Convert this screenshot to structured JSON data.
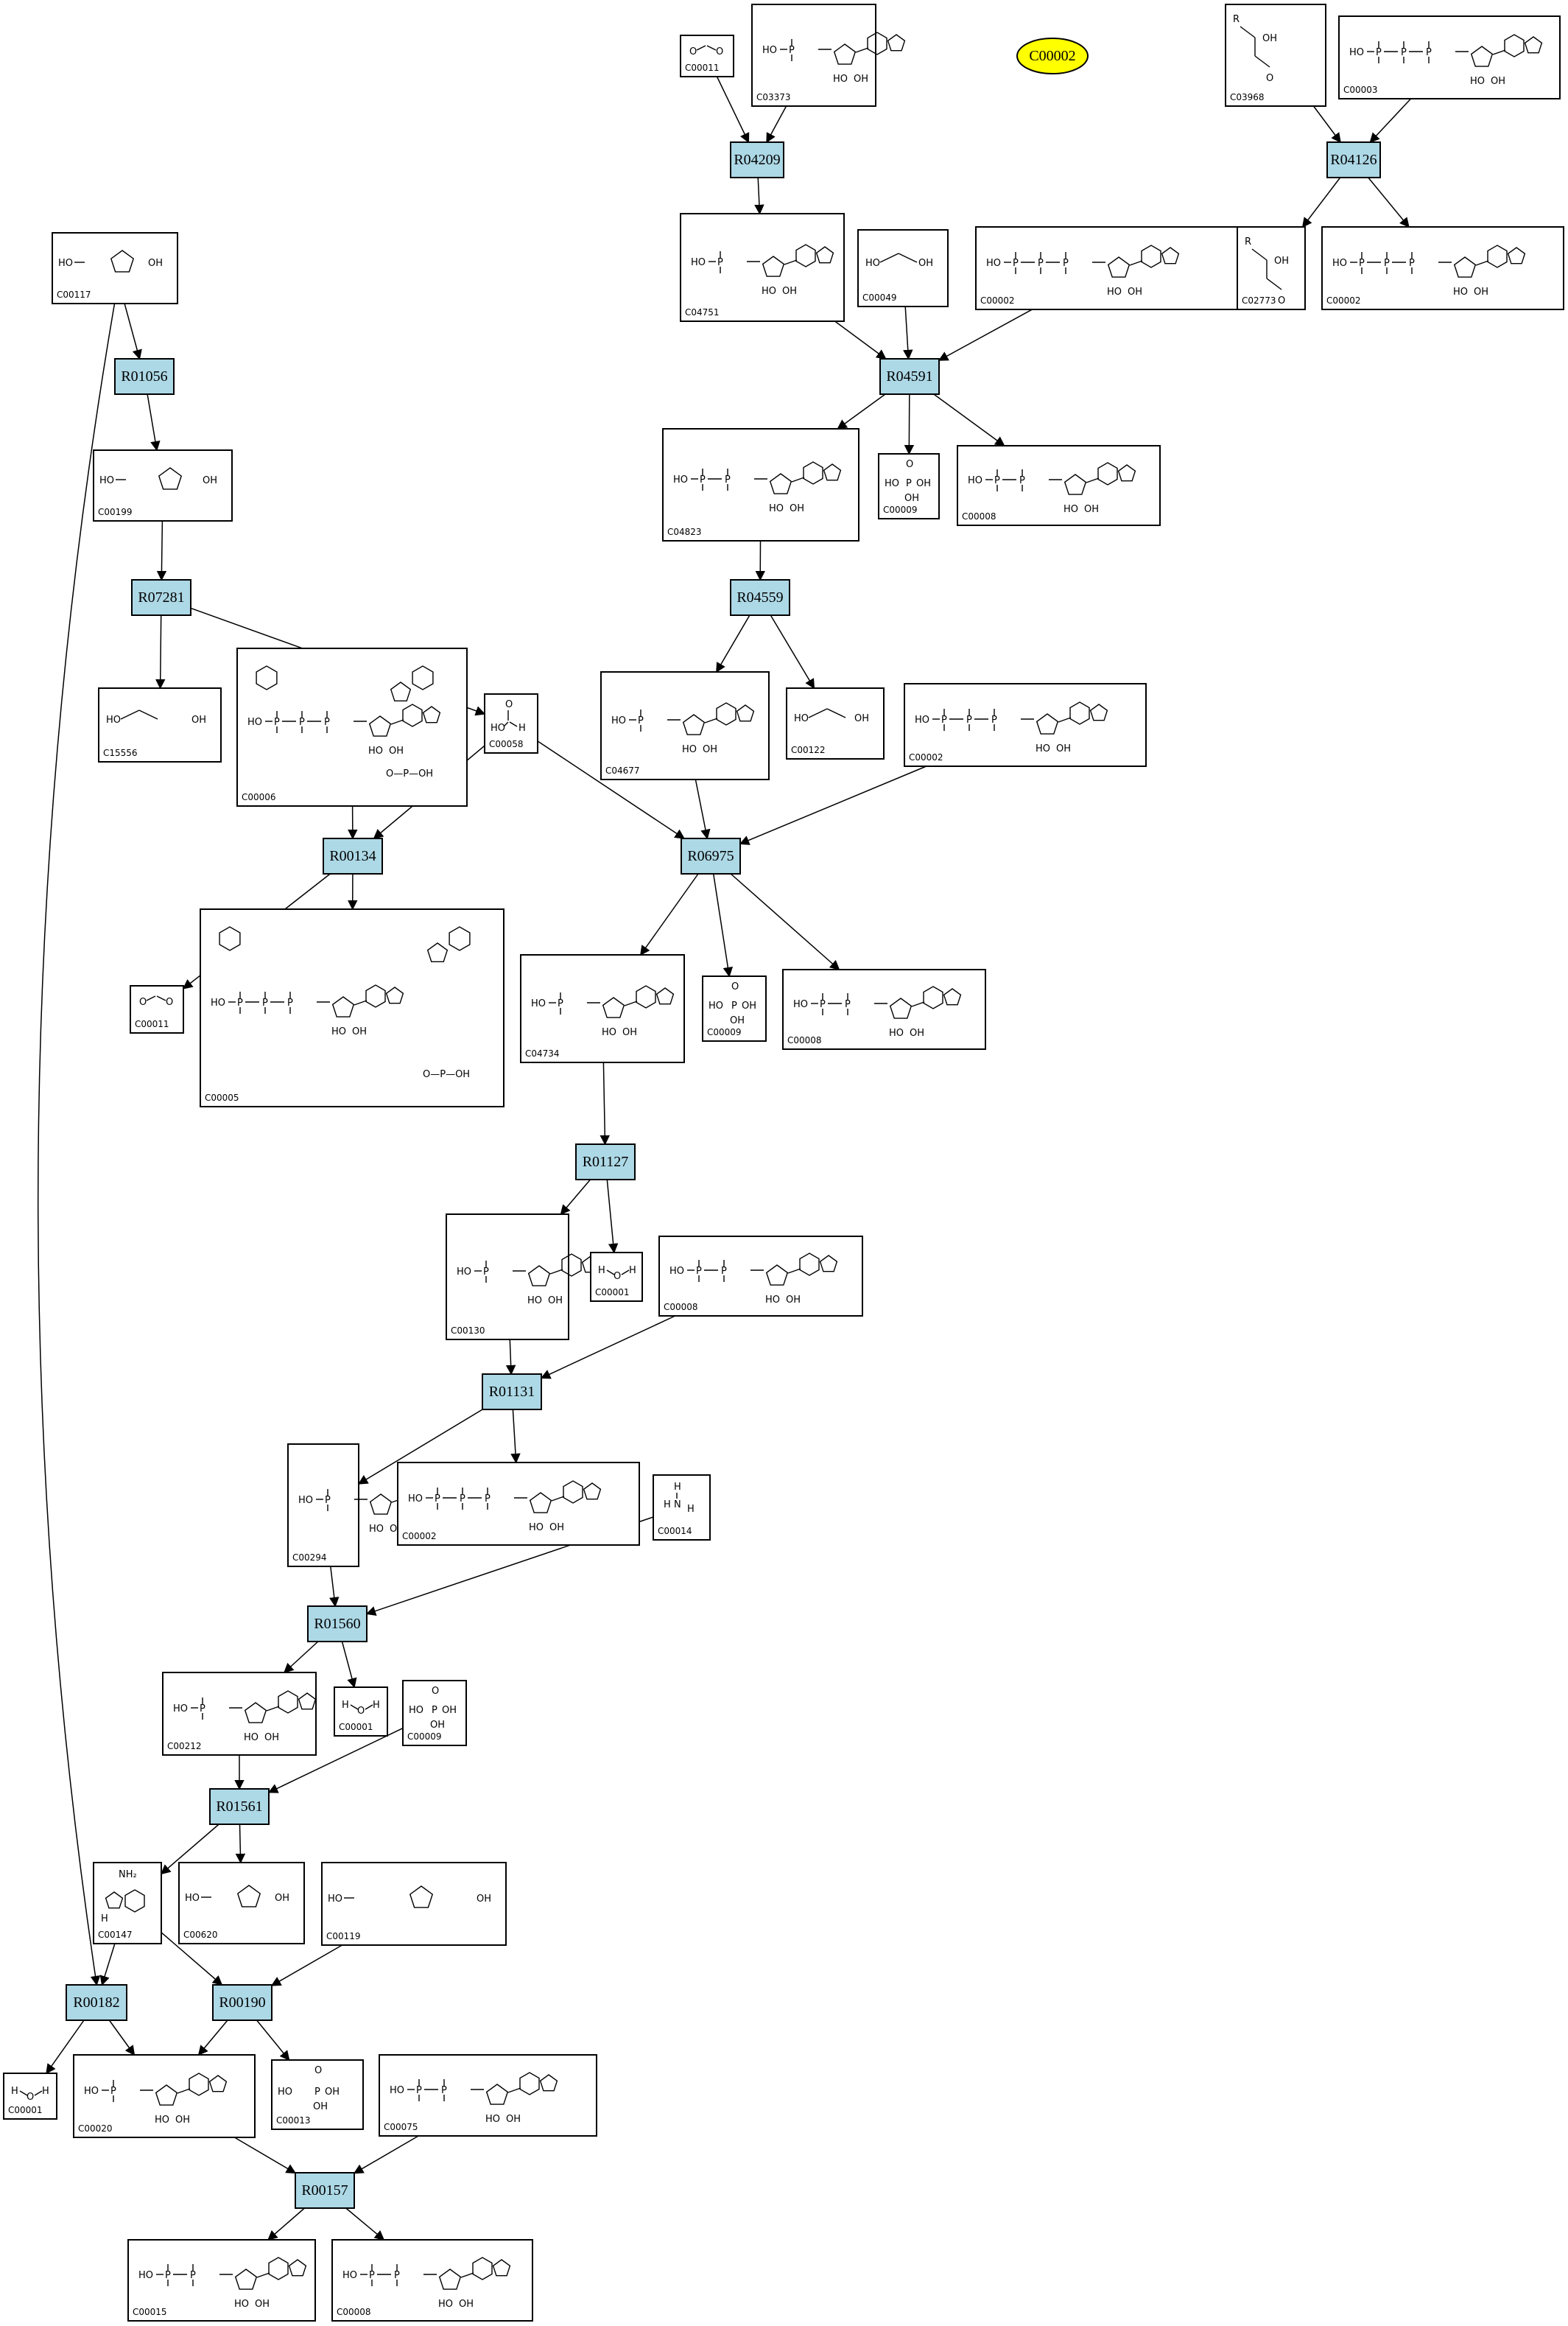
{
  "highlight": {
    "id": "highlight",
    "label": "C00002"
  },
  "compounds": [
    {
      "id": "c1",
      "label": "C00011",
      "art": "co2"
    },
    {
      "id": "c2",
      "label": "C03373",
      "art": "nucleotide"
    },
    {
      "id": "c3",
      "label": "C03968",
      "art": "lipid"
    },
    {
      "id": "c4",
      "label": "C00003",
      "art": "nucleotide"
    },
    {
      "id": "c5",
      "label": "C00117",
      "art": "sugar"
    },
    {
      "id": "c6",
      "label": "C04751",
      "art": "nucleotide"
    },
    {
      "id": "c7",
      "label": "C00049",
      "art": "small"
    },
    {
      "id": "c8",
      "label": "C00002",
      "art": "nucleotide"
    },
    {
      "id": "c9",
      "label": "C02773",
      "art": "lipid"
    },
    {
      "id": "c10",
      "label": "C00002",
      "art": "nucleotide"
    },
    {
      "id": "c11",
      "label": "C00199",
      "art": "sugar"
    },
    {
      "id": "c12",
      "label": "C04823",
      "art": "nucleotide"
    },
    {
      "id": "c13",
      "label": "C00009",
      "art": "phosphate"
    },
    {
      "id": "c14",
      "label": "C00008",
      "art": "nucleotide"
    },
    {
      "id": "c15",
      "label": "C15556",
      "art": "small"
    },
    {
      "id": "c16",
      "label": "C00006",
      "art": "dinucleotide"
    },
    {
      "id": "c17",
      "label": "C00058",
      "art": "formate"
    },
    {
      "id": "c18",
      "label": "C04677",
      "art": "nucleotide"
    },
    {
      "id": "c19",
      "label": "C00122",
      "art": "small"
    },
    {
      "id": "c20",
      "label": "C00002",
      "art": "nucleotide"
    },
    {
      "id": "c21",
      "label": "C00011",
      "art": "co2"
    },
    {
      "id": "c22",
      "label": "C00005",
      "art": "dinucleotide"
    },
    {
      "id": "c23",
      "label": "C04734",
      "art": "nucleotide"
    },
    {
      "id": "c24",
      "label": "C00009",
      "art": "phosphate"
    },
    {
      "id": "c25",
      "label": "C00008",
      "art": "nucleotide"
    },
    {
      "id": "c26",
      "label": "C00130",
      "art": "nucleotide"
    },
    {
      "id": "c27",
      "label": "C00001",
      "art": "water"
    },
    {
      "id": "c28",
      "label": "C00008",
      "art": "nucleotide"
    },
    {
      "id": "c29",
      "label": "C00294",
      "art": "nucleotide"
    },
    {
      "id": "c30",
      "label": "C00002",
      "art": "nucleotide"
    },
    {
      "id": "c31",
      "label": "C00014",
      "art": "ammonia"
    },
    {
      "id": "c32",
      "label": "C00212",
      "art": "nucleotide"
    },
    {
      "id": "c33",
      "label": "C00001",
      "art": "water"
    },
    {
      "id": "c34",
      "label": "C00009",
      "art": "phosphate"
    },
    {
      "id": "c35",
      "label": "C00147",
      "art": "base"
    },
    {
      "id": "c36",
      "label": "C00620",
      "art": "sugar"
    },
    {
      "id": "c37",
      "label": "C00119",
      "art": "sugar"
    },
    {
      "id": "c38",
      "label": "C00001",
      "art": "water"
    },
    {
      "id": "c39",
      "label": "C00020",
      "art": "nucleotide"
    },
    {
      "id": "c40",
      "label": "C00013",
      "art": "phosphate"
    },
    {
      "id": "c41",
      "label": "C00075",
      "art": "nucleotide"
    },
    {
      "id": "c42",
      "label": "C00015",
      "art": "nucleotide"
    },
    {
      "id": "c43",
      "label": "C00008",
      "art": "nucleotide"
    }
  ],
  "reactions": [
    {
      "id": "r1",
      "label": "R04209"
    },
    {
      "id": "r2",
      "label": "R04126"
    },
    {
      "id": "r3",
      "label": "R01056"
    },
    {
      "id": "r4",
      "label": "R04591"
    },
    {
      "id": "r5",
      "label": "R07281"
    },
    {
      "id": "r6",
      "label": "R04559"
    },
    {
      "id": "r7",
      "label": "R00134"
    },
    {
      "id": "r8",
      "label": "R06975"
    },
    {
      "id": "r9",
      "label": "R01127"
    },
    {
      "id": "r10",
      "label": "R01131"
    },
    {
      "id": "r11",
      "label": "R01560"
    },
    {
      "id": "r12",
      "label": "R01561"
    },
    {
      "id": "r13",
      "label": "R00182"
    },
    {
      "id": "r14",
      "label": "R00190"
    },
    {
      "id": "r15",
      "label": "R00157"
    }
  ],
  "edges": [
    [
      "c1",
      "r1"
    ],
    [
      "c2",
      "r1"
    ],
    [
      "r1",
      "c6"
    ],
    [
      "c3",
      "r2"
    ],
    [
      "c4",
      "r2"
    ],
    [
      "r2",
      "c9"
    ],
    [
      "r2",
      "c10"
    ],
    [
      "c5",
      "r3"
    ],
    [
      "c5",
      "r13"
    ],
    [
      "r3",
      "c11"
    ],
    [
      "c6",
      "r4"
    ],
    [
      "c7",
      "r4"
    ],
    [
      "c8",
      "r4"
    ],
    [
      "r4",
      "c12"
    ],
    [
      "r4",
      "c13"
    ],
    [
      "r4",
      "c14"
    ],
    [
      "c11",
      "r5"
    ],
    [
      "r5",
      "c15"
    ],
    [
      "r5",
      "c17"
    ],
    [
      "c12",
      "r6"
    ],
    [
      "r6",
      "c18"
    ],
    [
      "r6",
      "c19"
    ],
    [
      "c16",
      "r7"
    ],
    [
      "c17",
      "r7"
    ],
    [
      "r7",
      "c21"
    ],
    [
      "r7",
      "c22"
    ],
    [
      "c17",
      "r8"
    ],
    [
      "c18",
      "r8"
    ],
    [
      "c20",
      "r8"
    ],
    [
      "r8",
      "c23"
    ],
    [
      "r8",
      "c24"
    ],
    [
      "r8",
      "c25"
    ],
    [
      "c23",
      "r9"
    ],
    [
      "r9",
      "c26"
    ],
    [
      "r9",
      "c27"
    ],
    [
      "c26",
      "r10"
    ],
    [
      "c28",
      "r10"
    ],
    [
      "r10",
      "c29"
    ],
    [
      "r10",
      "c30"
    ],
    [
      "c29",
      "r11"
    ],
    [
      "c31",
      "r11"
    ],
    [
      "r11",
      "c32"
    ],
    [
      "r11",
      "c33"
    ],
    [
      "c32",
      "r12"
    ],
    [
      "c34",
      "r12"
    ],
    [
      "r12",
      "c35"
    ],
    [
      "r12",
      "c36"
    ],
    [
      "c35",
      "r13"
    ],
    [
      "c35",
      "r14"
    ],
    [
      "c37",
      "r14"
    ],
    [
      "r13",
      "c38"
    ],
    [
      "r13",
      "c39"
    ],
    [
      "r14",
      "c39"
    ],
    [
      "r14",
      "c40"
    ],
    [
      "c39",
      "r15"
    ],
    [
      "c41",
      "r15"
    ],
    [
      "r15",
      "c42"
    ],
    [
      "r15",
      "c43"
    ]
  ]
}
